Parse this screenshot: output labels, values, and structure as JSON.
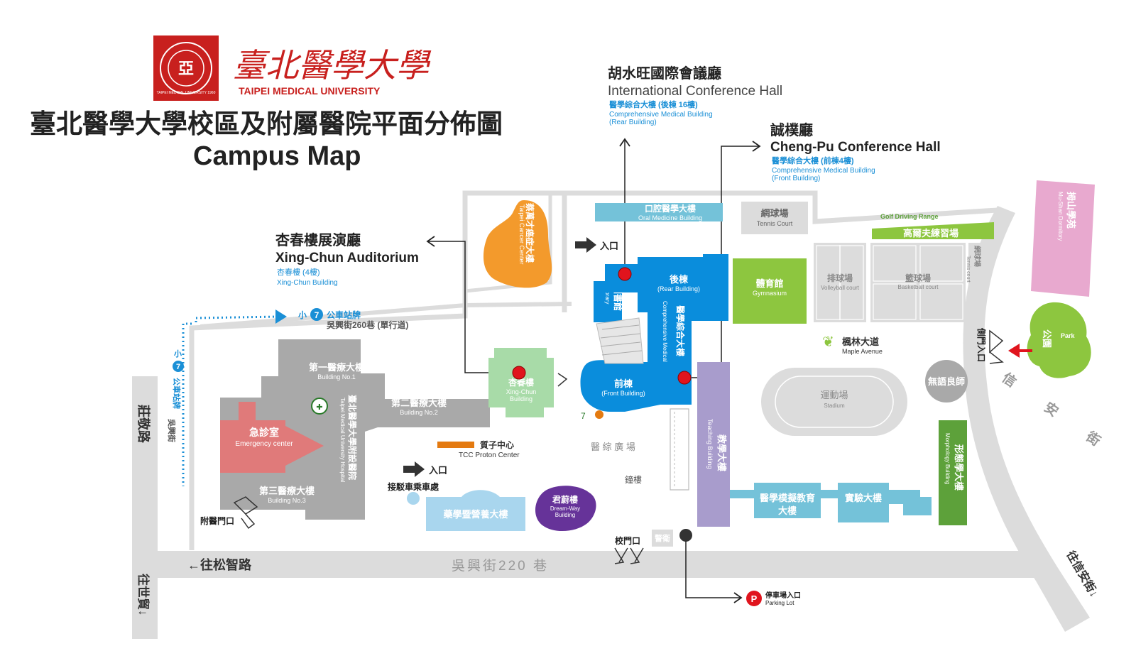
{
  "header": {
    "logo_chinese": "臺北醫學大學",
    "logo_english": "TAIPEI MEDICAL UNIVERSITY",
    "seal_text": "TAIPEI MEDICAL UNIVERSITY 1960",
    "title_zh": "臺北醫學大學校區及附屬醫院平面分佈圖",
    "title_en": "Campus Map"
  },
  "callouts": {
    "ich": {
      "zh": "胡水旺國際會議廳",
      "en": "International Conference Hall",
      "sub_zh": "醫學綜合大樓 (後棟 16樓)",
      "sub_en1": "Comprehensive Medical Building",
      "sub_en2": "(Rear Building)"
    },
    "cp": {
      "zh": "誠樸廳",
      "en": "Cheng-Pu Conference Hall",
      "sub_zh": "醫學綜合大樓 (前棟4樓)",
      "sub_en1": "Comprehensive Medical Building",
      "sub_en2": "(Front Building)"
    },
    "xc": {
      "zh": "杏春樓展演廳",
      "en": "Xing-Chun Auditorium",
      "sub_zh": "杏春樓 (4樓)",
      "sub_en": "Xing-Chun Building"
    }
  },
  "buildings": {
    "cancer_zh": "蔡萬才癌症大樓",
    "cancer_en": "Taipei Cancer Center",
    "oral_zh": "口腔醫學大樓",
    "oral_en": "Oral Medicine Building",
    "tennis_zh": "網球場",
    "tennis_en": "Tennis Court",
    "golf_en": "Golf Driving Range",
    "golf_zh": "高爾夫練習場",
    "dorm_zh": "拇山學苑",
    "dorm_en": "Mu-Shan Dormitory",
    "volley_zh": "排球場",
    "volley_en": "Volleyball court",
    "basket_zh": "籃球場",
    "basket_en": "Basketball court",
    "tennis2_zh": "網球場",
    "tennis2_en": "Tennis court",
    "rear_zh": "後棟",
    "rear_en": "(Rear Building)",
    "library_zh": "圖書館",
    "library_en": "Library",
    "cmb_zh": "醫學綜合大樓",
    "cmb_en": "Comprehensive Medical Building",
    "front_zh": "前棟",
    "front_en": "(Front Building)",
    "gym_zh": "體育館",
    "gym_en": "Gymnasium",
    "maple_zh": "楓林大道",
    "maple_en": "Maple Avenue",
    "stadium_zh": "運動場",
    "stadium_en": "Stadium",
    "wuyu": "無語良師",
    "park_zh": "公園",
    "park_en": "Park",
    "side_gate": "側門入口",
    "morph_zh": "形態學大樓",
    "morph_en": "Morphology Building",
    "teach_zh": "教學大樓",
    "teach_en": "Teaching Building",
    "sim_zh1": "醫學模擬教育",
    "sim_zh2": "大樓",
    "lab_zh": "實驗大樓",
    "plaza_zh": "醫 綜 廣 場",
    "bell_zh": "鐘樓",
    "guard_zh": "警衛",
    "school_gate": "校門口",
    "parking_zh": "停車場入口",
    "parking_en": "Parking Lot",
    "b1_zh": "第一醫療大樓",
    "b1_en": "Building No.1",
    "b2_zh": "第二醫療大樓",
    "b2_en": "Building No.2",
    "b3_zh": "第三醫療大樓",
    "b3_en": "Building No.3",
    "er_zh": "急診室",
    "er_en": "Emergency center",
    "hosp_zh": "臺北醫學大學附設醫院",
    "hosp_en": "Taipei Medical University Hospital",
    "xcb_zh": "杏春樓",
    "xcb_en1": "Xing-Chun",
    "xcb_en2": "Building",
    "proton_zh": "質子中心",
    "proton_en": "TCC Proton Center",
    "entrance": "入口",
    "entrance2": "入口",
    "shuttle": "接駁車乘車處",
    "pharm_zh": "藥學暨營養大樓",
    "dream_zh": "君蔚樓",
    "dream_en1": "Dream-Way",
    "dream_en2": "Building",
    "hosp_gate": "附醫門口"
  },
  "roads": {
    "zhuangjing": "莊敬路",
    "shimao": "往世貿↓",
    "songzhi": "←往松智路",
    "wuxing220": "吳興街220 巷",
    "xinyi": "信 安 街",
    "to_xinan": "往信安街↓",
    "lane260": "吳興街260巷 (單行道)",
    "bus_small": "小",
    "bus_num": "7",
    "bus_stop": "公車站牌",
    "bus_v_small": "小",
    "bus_v_stop": "公車站牌",
    "bus_v_street": "吳興街"
  },
  "colors": {
    "road": "#dcdcdc",
    "hospital": "#a9a9a9",
    "blue_building": "#0a8ddc",
    "light_blue": "#74c2d9",
    "green": "#8dc63f",
    "dark_green": "#5da13a",
    "purple": "#a89ccc",
    "dark_purple": "#663399",
    "pink": "#e8a9cf",
    "orange": "#f39a2c",
    "er_red": "#e07a7a",
    "accent_blue": "#1a8fd6",
    "logo_red": "#c8201e"
  }
}
